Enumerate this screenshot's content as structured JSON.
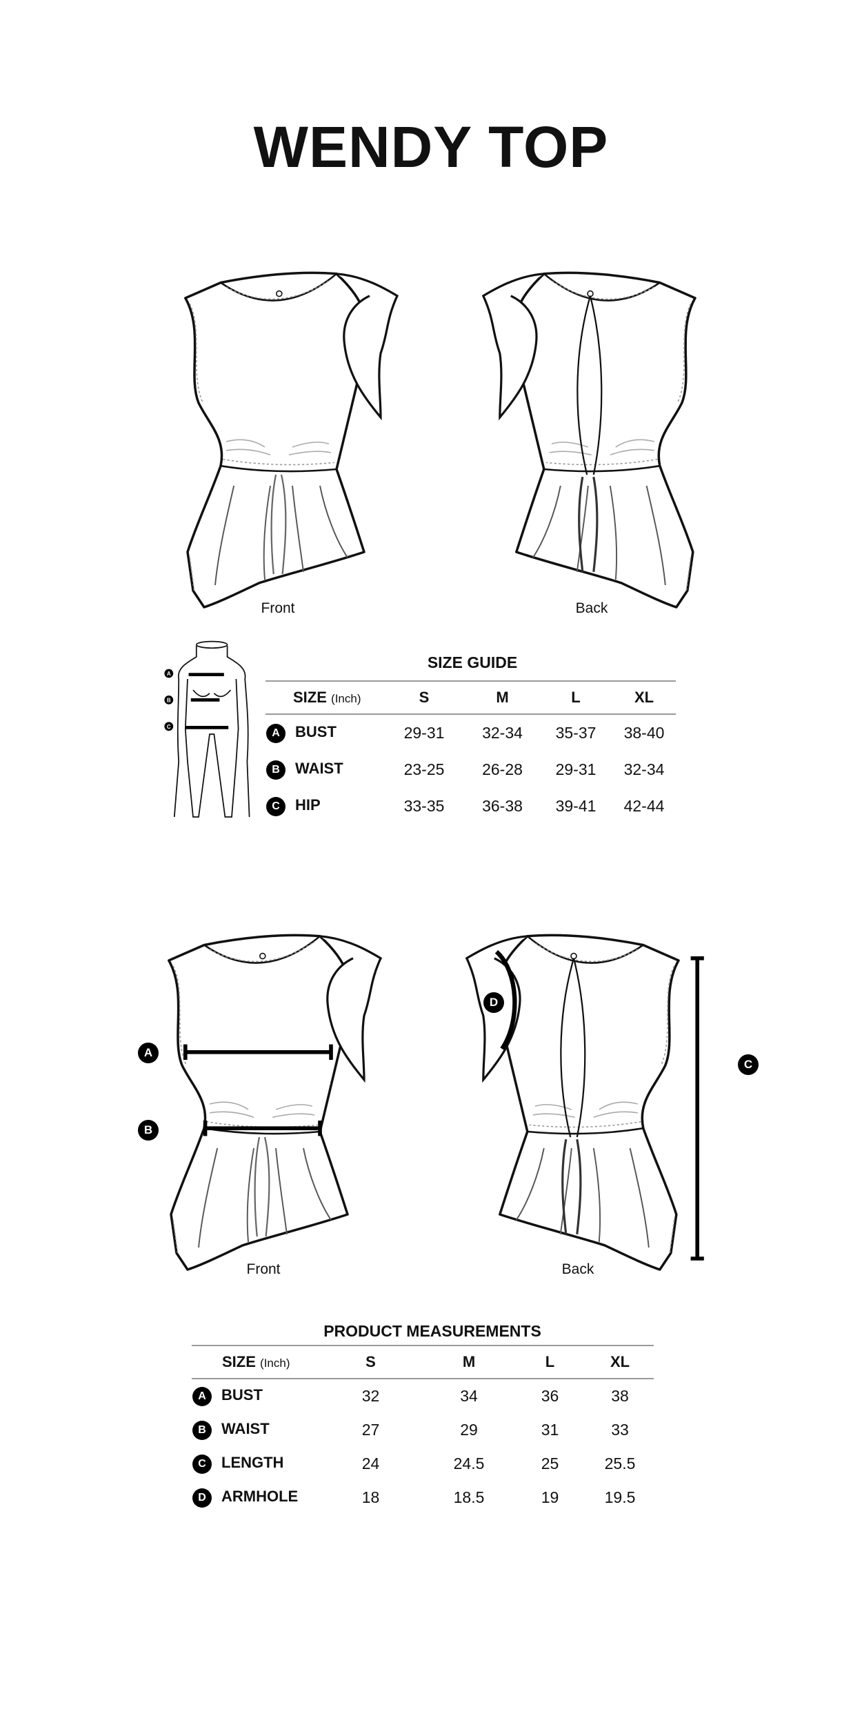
{
  "title": "WENDY TOP",
  "views": {
    "front": "Front",
    "back": "Back"
  },
  "markers": {
    "a": "A",
    "b": "B",
    "c": "C",
    "d": "D"
  },
  "size_guide": {
    "title": "SIZE GUIDE",
    "size_label": "SIZE",
    "unit": "(Inch)",
    "sizes": [
      "S",
      "M",
      "L",
      "XL"
    ],
    "rows": [
      {
        "marker": "A",
        "name": "BUST",
        "values": [
          "29-31",
          "32-34",
          "35-37",
          "38-40"
        ]
      },
      {
        "marker": "B",
        "name": "WAIST",
        "values": [
          "23-25",
          "26-28",
          "29-31",
          "32-34"
        ]
      },
      {
        "marker": "C",
        "name": "HIP",
        "values": [
          "33-35",
          "36-38",
          "39-41",
          "42-44"
        ]
      }
    ]
  },
  "product_measurements": {
    "title": "PRODUCT MEASUREMENTS",
    "size_label": "SIZE",
    "unit": "(Inch)",
    "sizes": [
      "S",
      "M",
      "L",
      "XL"
    ],
    "rows": [
      {
        "marker": "A",
        "name": "BUST",
        "values": [
          "32",
          "34",
          "36",
          "38"
        ]
      },
      {
        "marker": "B",
        "name": "WAIST",
        "values": [
          "27",
          "29",
          "31",
          "33"
        ]
      },
      {
        "marker": "C",
        "name": "LENGTH",
        "values": [
          "24",
          "24.5",
          "25",
          "25.5"
        ]
      },
      {
        "marker": "D",
        "name": "ARMHOLE",
        "values": [
          "18",
          "18.5",
          "19",
          "19.5"
        ]
      }
    ]
  }
}
